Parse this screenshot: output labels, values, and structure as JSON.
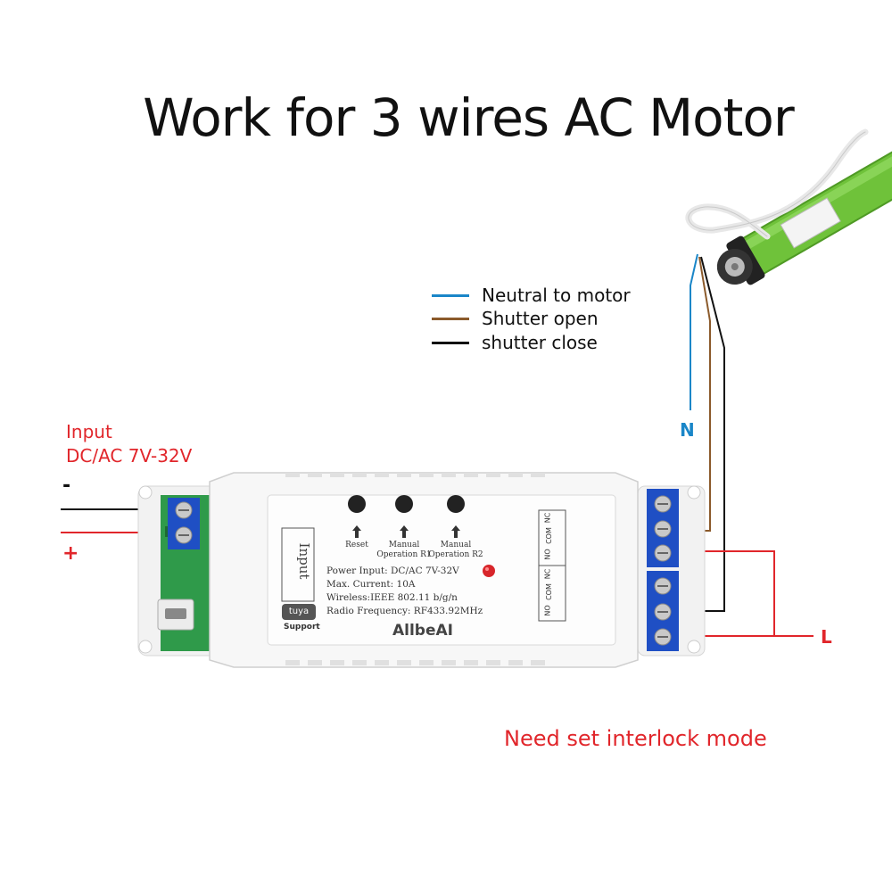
{
  "title": "Work for 3 wires AC Motor",
  "legend": [
    {
      "label": "Neutral to motor",
      "color": "#1a86c8"
    },
    {
      "label": "Shutter open",
      "color": "#8b5a2b"
    },
    {
      "label": "shutter close",
      "color": "#111111"
    }
  ],
  "input_label": "Input",
  "input_voltage": "DC/AC 7V-32V",
  "minus_sign": "-",
  "plus_sign": "+",
  "neutral_letter": "N",
  "live_letter": "L",
  "note": "Need set interlock mode",
  "device": {
    "brand": "AllbeAI",
    "input_text": "Input",
    "tuya_text": "tuya",
    "support_text": "Support",
    "buttons": [
      {
        "label_line1": "Reset",
        "label_line2": ""
      },
      {
        "label_line1": "Manual",
        "label_line2": "Operation R1"
      },
      {
        "label_line1": "Manual",
        "label_line2": "Operation R2"
      }
    ],
    "specs": [
      "Power Input:  DC/AC 7V-32V",
      "Max. Current:  10A",
      "Wireless:IEEE 802.11 b/g/n",
      "Radio Frequency:  RF433.92MHz"
    ],
    "terminal_labels_top": [
      "NO",
      "COM",
      "NC"
    ],
    "terminal_labels_bottom": [
      "NO",
      "COM",
      "NC"
    ]
  },
  "colors": {
    "title": "#111111",
    "red": "#e1262b",
    "blue_wire": "#1a86c8",
    "brown_wire": "#8b5a2b",
    "black_wire": "#111111",
    "terminal_blue": "#1f4fc4",
    "pcb_green": "#2f9a4a",
    "motor_green": "#6fc23a"
  }
}
